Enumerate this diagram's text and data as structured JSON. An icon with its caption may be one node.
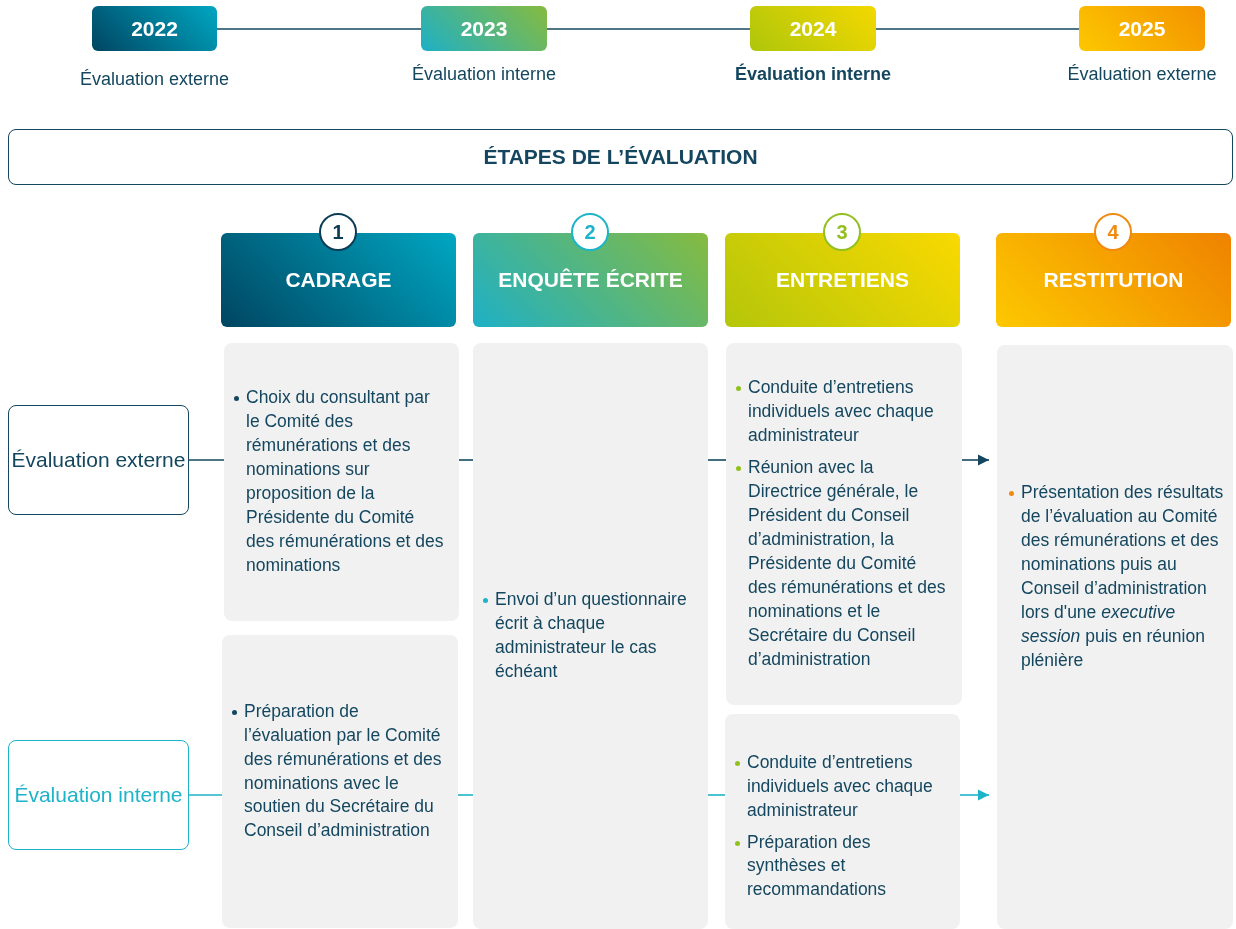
{
  "diagram": {
    "nodes": [
      {
        "text": [
          "2022"
        ],
        "beside": [
          "Évaluation externe"
        ]
      },
      {
        "text": [
          "2023"
        ],
        "beside": [
          "Évaluation interne"
        ]
      },
      {
        "text": [
          "2024"
        ],
        "beside": [
          "Évaluation interne"
        ]
      },
      {
        "text": [
          "2025"
        ],
        "beside": [
          "Évaluation externe"
        ]
      },
      {
        "text": [
          "ÉTAPES DE L’ÉVALUATION"
        ]
      },
      {
        "text": [
          "1"
        ]
      },
      {
        "text": [
          "CADRAGE"
        ]
      },
      {
        "text": [
          "2"
        ]
      },
      {
        "text": [
          "ENQUÊTE ÉCRITE"
        ]
      },
      {
        "text": [
          "3"
        ]
      },
      {
        "text": [
          "ENTRETIENS"
        ]
      },
      {
        "text": [
          "4"
        ]
      },
      {
        "text": [
          "RESTITUTION"
        ]
      },
      {
        "text": [
          "Évaluation externe"
        ]
      },
      {
        "text": [
          "Évaluation interne"
        ]
      },
      {
        "text": [
          "Choix du consultant par le Comité des rémunérations et des nominations sur proposition de la Présidente du Comité des rémunérations et des nominations"
        ]
      },
      {
        "text": [
          "Préparation de l’évaluation par le Comité des rémunérations et des nominations avec le soutien du Secrétaire du Conseil d’administration"
        ]
      },
      {
        "text": [
          "Envoi d’un questionnaire écrit à chaque administrateur le cas échéant"
        ]
      },
      {
        "text": [
          "Conduite d’entretiens individuels avec chaque administrateur",
          "Réunion avec la Directrice générale, le Président du Conseil d’administration, la Présidente du Comité des rémunérations et des nominations et le Secrétaire du Conseil d’administration"
        ]
      },
      {
        "text": [
          "Conduite d’entretiens individuels avec chaque administrateur",
          "Préparation des synthèses et recommandations"
        ]
      },
      {
        "text": [
          "Présentation des résultats de l’évaluation au Comité des rémunérations et des nominations puis au Conseil d’administration lors d'une *executive session* puis en réunion plénière"
        ]
      }
    ],
    "edges": [
      {
        "from": 0,
        "to": 1,
        "arrow": "none"
      },
      {
        "from": 1,
        "to": 2,
        "arrow": "none"
      },
      {
        "from": 2,
        "to": 3,
        "arrow": "none"
      },
      {
        "from": 13,
        "to": 15,
        "arrow": "none"
      },
      {
        "from": 15,
        "to": 17,
        "arrow": "none"
      },
      {
        "from": 17,
        "to": 18,
        "arrow": "none"
      },
      {
        "from": 18,
        "to": 20,
        "arrow": "to"
      },
      {
        "from": 14,
        "to": 16,
        "arrow": "none",
        "color": "#1db3c9"
      },
      {
        "from": 16,
        "to": 17,
        "arrow": "none",
        "color": "#1db3c9"
      },
      {
        "from": 17,
        "to": 19,
        "arrow": "none",
        "color": "#1db3c9"
      },
      {
        "from": 19,
        "to": 20,
        "arrow": "to",
        "color": "#1db3c9"
      }
    ]
  }
}
